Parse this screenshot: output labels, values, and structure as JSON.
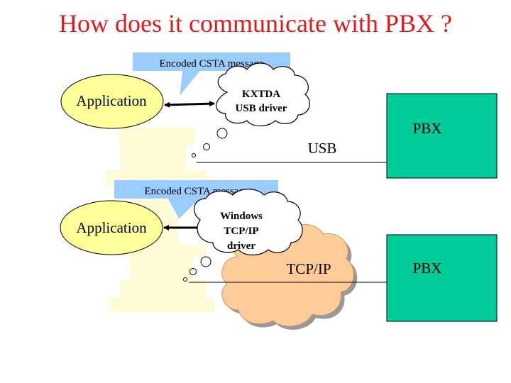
{
  "slide": {
    "title": "How does it communicate with PBX ?"
  },
  "top_section": {
    "callout_label": "Encoded CSTA message",
    "application_label": "Application",
    "driver_line1": "KXTDA",
    "driver_line2": "USB driver",
    "link_label": "USB",
    "pbx_label": "PBX"
  },
  "bottom_section": {
    "callout_label": "Encoded CSTA message",
    "application_label": "Application",
    "driver_line1": "Windows",
    "driver_line2": "TCP/IP",
    "driver_line3": "driver",
    "link_label": "TCP/IP",
    "pbx_label": "PBX"
  },
  "colors": {
    "title": "#e01a1a",
    "application_fill": "#ffff99",
    "callout_fill": "#99ccff",
    "pbx_fill": "#00cc99",
    "network_cloud_fill": "#ffcc99",
    "background_figure": "#fffbd6"
  }
}
